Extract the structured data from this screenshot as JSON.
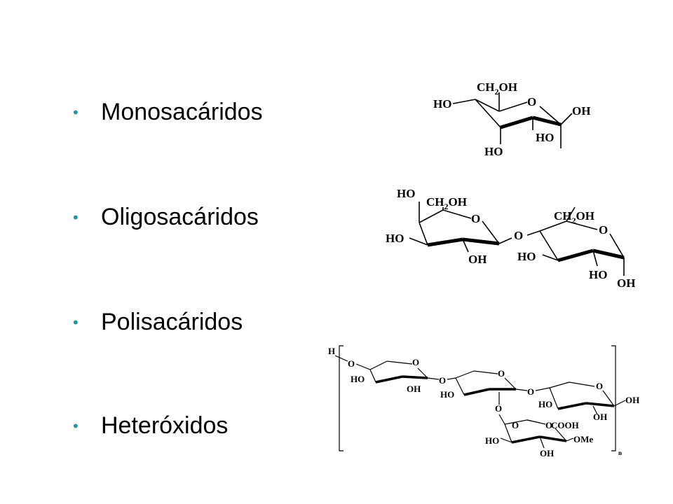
{
  "bullets": [
    {
      "label": "Monosacáridos"
    },
    {
      "label": "Oligosacáridos"
    },
    {
      "label": "Polisacáridos"
    },
    {
      "label": "Heteróxidos"
    }
  ],
  "bullet_symbol": "•",
  "accent_color": "#1f9aa5",
  "structures": {
    "mono": {
      "ch2oh": "CH",
      "ch2oh_sub": "2",
      "ch2oh_tail": "OH",
      "ring_o": "O",
      "labels": [
        "HO",
        "OH",
        "HO",
        "HO"
      ]
    },
    "oligo": {
      "ch2oh": "CH",
      "ch2oh_sub": "2",
      "ch2oh_tail": "OH",
      "ring_o": "O",
      "link_o": "O",
      "labels": [
        "HO",
        "HO",
        "OH",
        "HO",
        "HO",
        "OH"
      ]
    },
    "poly": {
      "h": "H",
      "n": "n",
      "ring_o": "O",
      "cooh": "COOH",
      "ome": "OMe",
      "labels": [
        "HO",
        "OH",
        "HO",
        "HO",
        "OH",
        "OH",
        "HO",
        "OH"
      ]
    }
  }
}
